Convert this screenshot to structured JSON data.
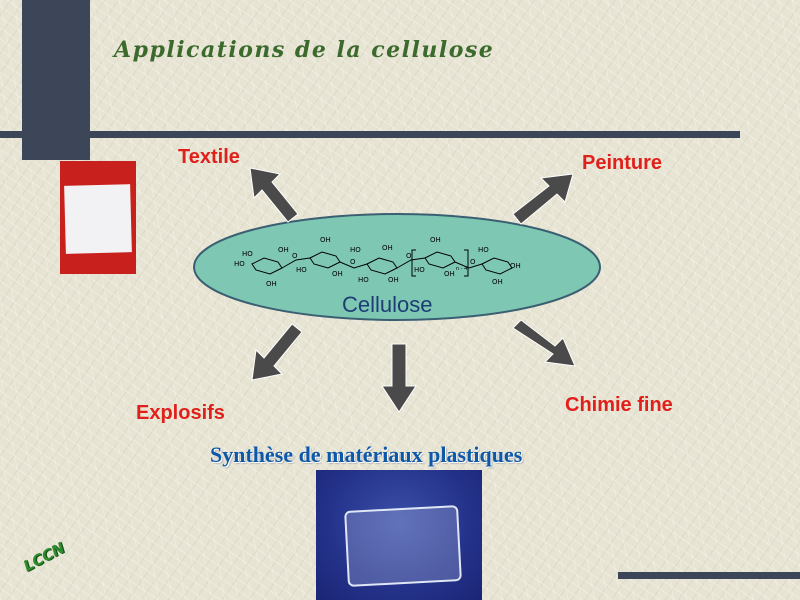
{
  "slide": {
    "title": "Applications de la cellulose",
    "center_label": "Cellulose",
    "labels": {
      "textile": "Textile",
      "peinture": "Peinture",
      "explosifs": "Explosifs",
      "chimie_fine": "Chimie fine",
      "synthese": "Synthèse de matériaux plastiques"
    },
    "structure_labels": {
      "oh": "OH",
      "ho": "HO",
      "o": "O",
      "n": "n - 4"
    },
    "logo_text": "LCCN"
  },
  "colors": {
    "background": "#e7e4d3",
    "accent_bar": "#3d4558",
    "ellipse_fill": "#7ec8b3",
    "label_red": "#e0201a",
    "title_green": "#3b6a2c",
    "synthese_blue": "#0e58a8",
    "arrow": "#4a4a4a"
  }
}
